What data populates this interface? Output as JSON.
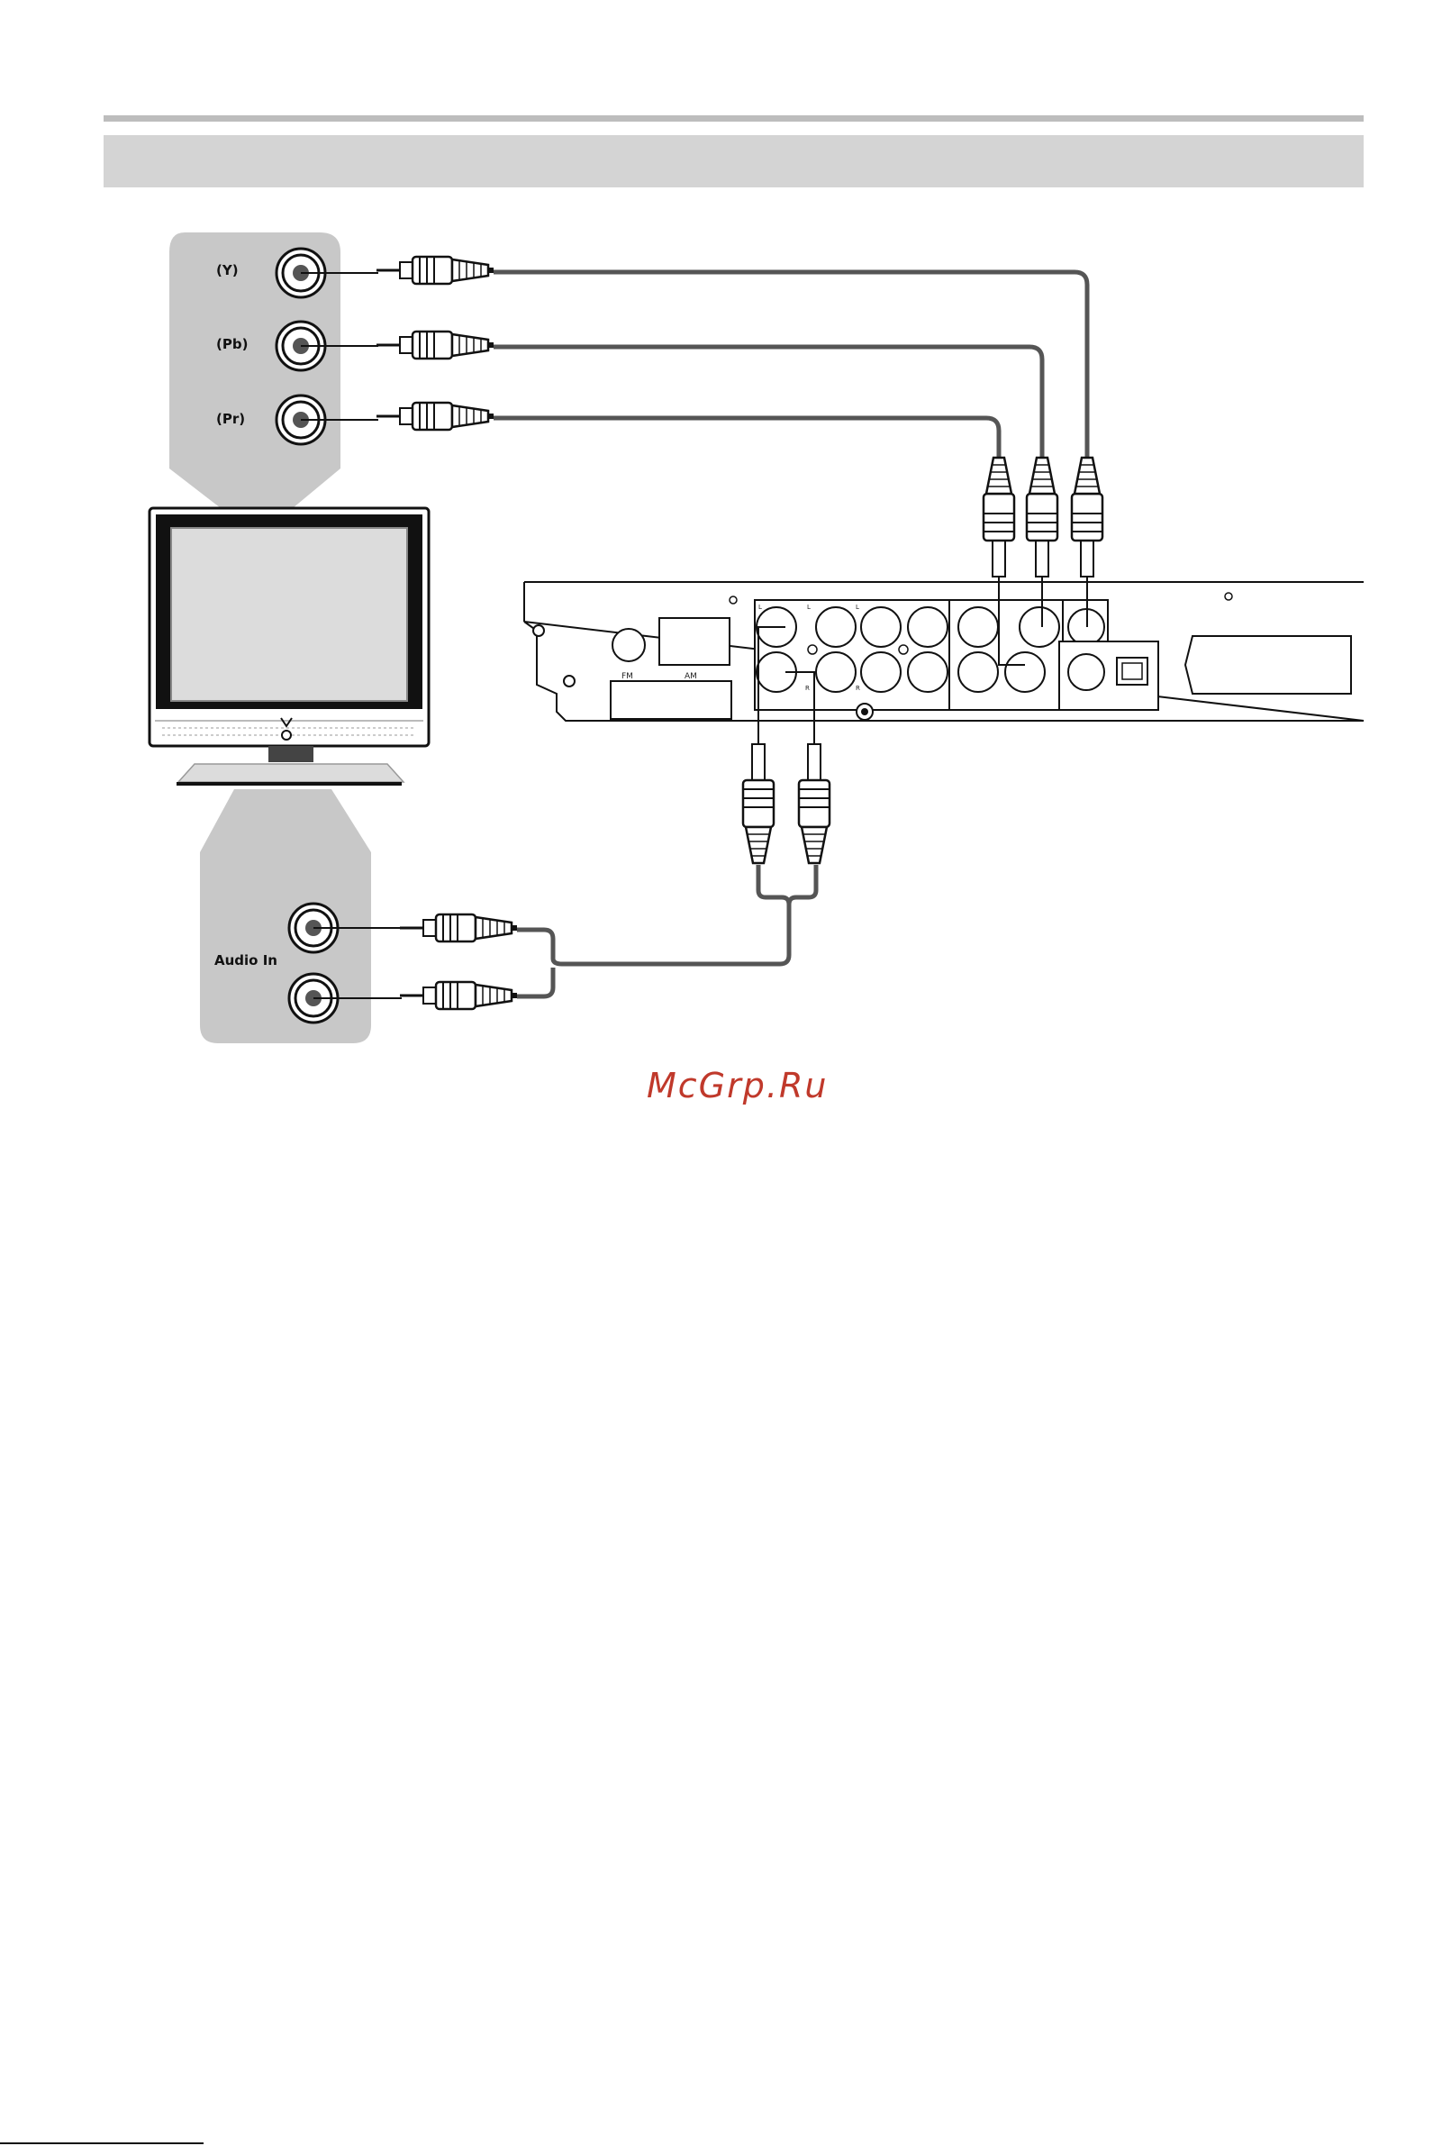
{
  "header": {
    "bar_color": "#d4d4d4",
    "rule_color": "#bdbdbd"
  },
  "tv_video_panel": {
    "jacks": [
      {
        "label": "(Y)"
      },
      {
        "label": "(Pb)"
      },
      {
        "label": "(Pr)"
      }
    ]
  },
  "tv_audio_panel": {
    "label": "Audio In"
  },
  "player_panel": {
    "antenna_labels": {
      "fm": "FM",
      "am": "AM"
    },
    "audio_channel_labels": {
      "left": "L",
      "right": "R"
    }
  },
  "watermark": {
    "text": "McGrp.Ru",
    "color": "#c0392b"
  },
  "colors": {
    "panel_fill": "#c8c8c8",
    "cable": "#555555",
    "line": "#111111"
  }
}
